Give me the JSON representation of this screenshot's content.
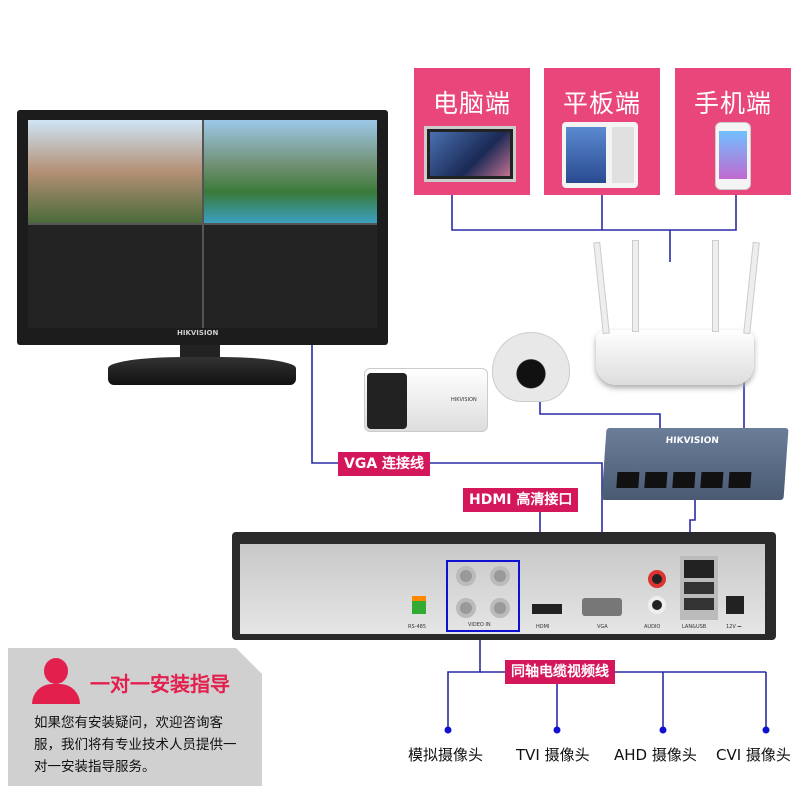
{
  "endpoints": [
    {
      "label": "电脑端",
      "icon": "monitor-icon"
    },
    {
      "label": "平板端",
      "icon": "tablet-icon"
    },
    {
      "label": "手机端",
      "icon": "phone-icon"
    }
  ],
  "monitor": {
    "brand": "HIKVISION"
  },
  "switch": {
    "brand": "HIKVISION"
  },
  "bullet_camera": {
    "brand": "HIKVISION"
  },
  "tags": {
    "vga": "VGA 连接线",
    "hdmi": "HDMI 高清接口",
    "coax": "同轴电缆视频线"
  },
  "dvr_ports": {
    "video_in": "VIDEO IN",
    "hdmi": "HDMI",
    "vga": "VGA",
    "audio": "AUDIO",
    "lan_usb": "LAN&USB",
    "power": "12V ⎓",
    "rs485": "RS-485"
  },
  "support": {
    "title": "一对一安装指导",
    "body": "如果您有安装疑问，欢迎咨询客服，我们将有专业技术人员提供一对一安装指导服务。"
  },
  "cameras": [
    "模拟摄像头",
    "TVI 摄像头",
    "AHD 摄像头",
    "CVI 摄像头"
  ],
  "colors": {
    "pink": "#e9477b",
    "tag": "#d4165a",
    "line": "#2a2aa8"
  }
}
